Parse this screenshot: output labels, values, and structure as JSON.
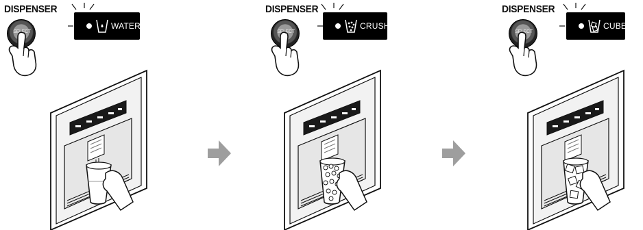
{
  "panels": [
    {
      "title": "DISPENSER",
      "button": "SELECT",
      "mode": "WATER",
      "content": "water"
    },
    {
      "title": "DISPENSER",
      "button": "SELECT",
      "mode": "CRUSH",
      "content": "crush"
    },
    {
      "title": "DISPENSER",
      "button": "SELECT",
      "mode": "CUBE",
      "content": "cube"
    }
  ],
  "colors": {
    "lcd": "#000000",
    "line": "#111111",
    "arrow": "#9e9e9e",
    "panel_gray": "#e6e6e6"
  }
}
